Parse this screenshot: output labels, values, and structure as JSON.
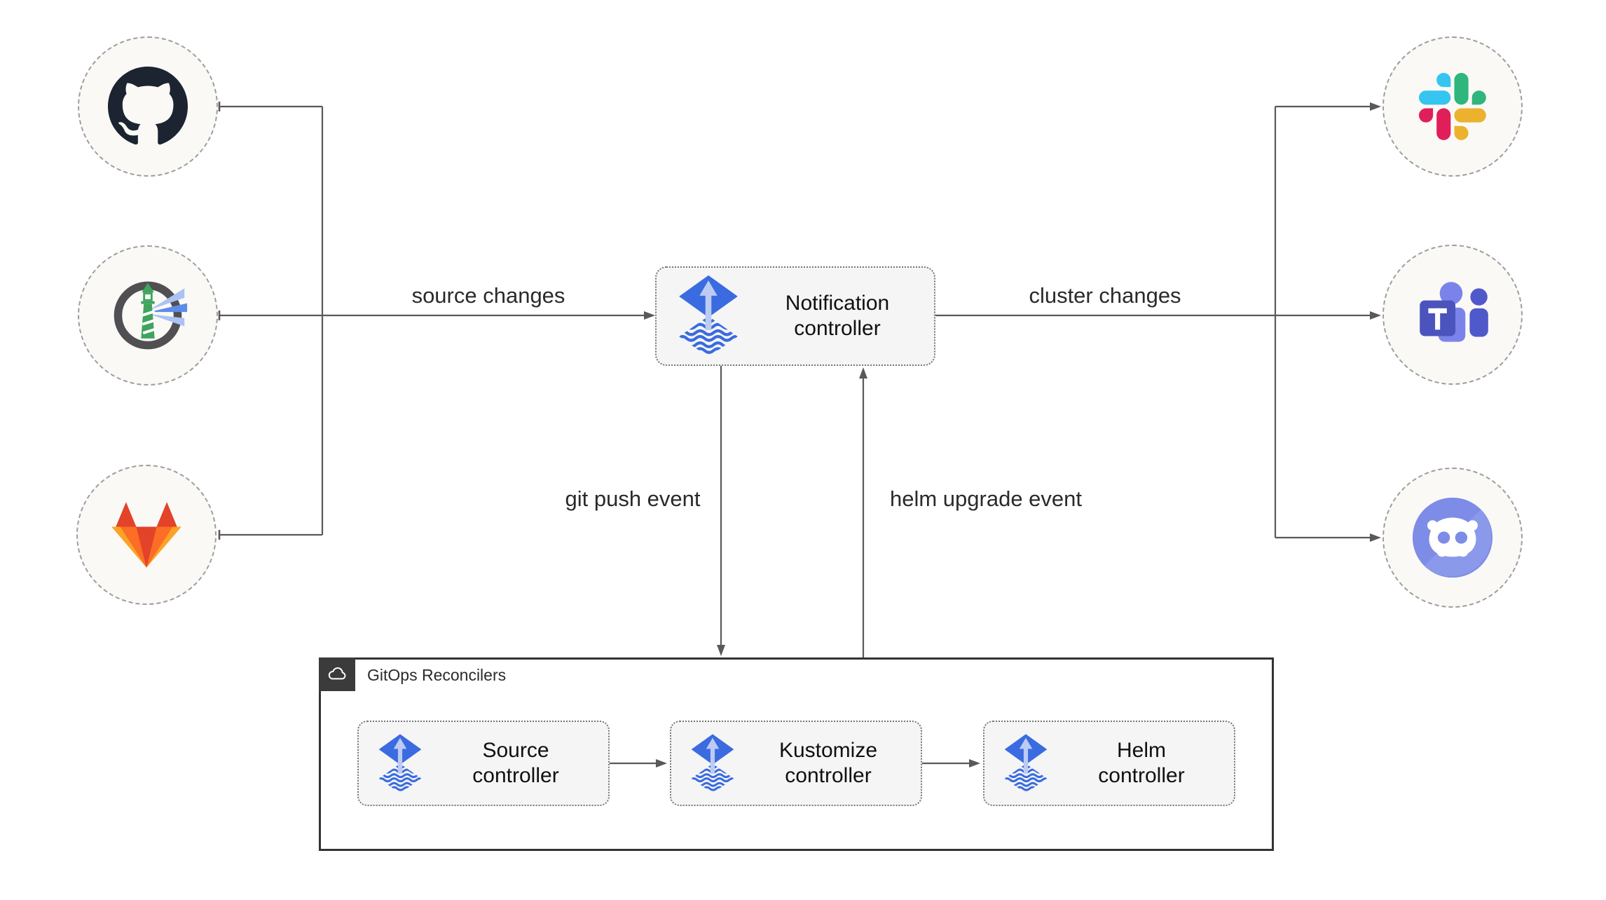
{
  "nodes": {
    "notification": "Notification controller",
    "source": "Source controller",
    "kustomize": "Kustomize controller",
    "helm": "Helm controller"
  },
  "group": {
    "title": "GitOps Reconcilers",
    "icon": "cloud-icon"
  },
  "edges": {
    "source_changes": "source changes",
    "cluster_changes": "cluster changes",
    "git_push": "git push event",
    "helm_upgrade": "helm upgrade event"
  },
  "sources": [
    {
      "icon": "github-icon",
      "name": "GitHub"
    },
    {
      "icon": "harbor-icon",
      "name": "Harbor"
    },
    {
      "icon": "gitlab-icon",
      "name": "GitLab"
    }
  ],
  "targets": [
    {
      "icon": "slack-icon",
      "name": "Slack"
    },
    {
      "icon": "teams-icon",
      "name": "Microsoft Teams"
    },
    {
      "icon": "discord-icon",
      "name": "Discord"
    }
  ],
  "colors": {
    "flux_blue": "#3a6be0",
    "flux_arrow_light": "#bdcbf3",
    "connector_gray": "#595959",
    "node_bg": "#f5f5f5",
    "circle_bg": "#faf9f6",
    "group_border": "#333333",
    "github_dark": "#1b2430",
    "gitlab_red": "#e24329",
    "gitlab_orange": "#fc6d26",
    "gitlab_yellow": "#fca326",
    "slack_blue": "#36c5f0",
    "slack_green": "#2eb67d",
    "slack_yellow": "#ecb22e",
    "slack_pink": "#e01e5a",
    "teams_purple": "#4b53bc",
    "discord_blurple": "#7d8ce6",
    "harbor_green": "#3fa45c"
  }
}
